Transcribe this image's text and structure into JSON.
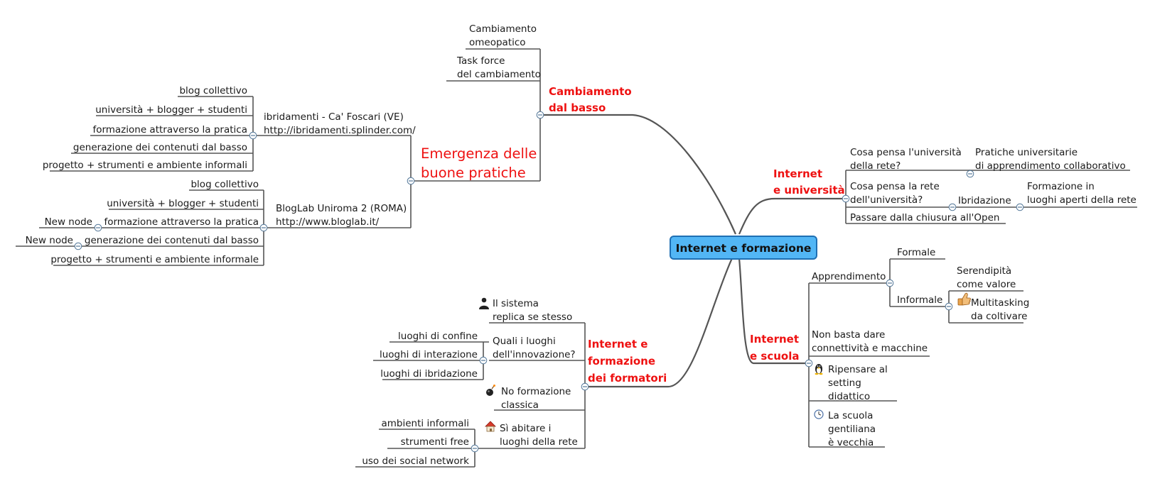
{
  "colors": {
    "accent": "#ee1111",
    "central_fill": "#52b6f5",
    "central_border": "#1f6fb3",
    "line": "#555555",
    "toggle": "#55799a"
  },
  "central": {
    "label": "Internet e formazione"
  },
  "cambiamento": {
    "title": [
      "Cambiamento",
      "dal basso"
    ],
    "omeopatico": [
      "Cambiamento",
      "omeopatico"
    ],
    "task_force": [
      "Task force",
      "del cambiamento"
    ],
    "emergenza": {
      "title": [
        "Emergenza delle",
        "buone pratiche"
      ],
      "ibridamenti": {
        "label": [
          "ibridamenti - Ca' Foscari (VE)",
          "http://ibridamenti.splinder.com/"
        ],
        "items": [
          "blog collettivo",
          "università + blogger + studenti",
          "formazione attraverso la pratica",
          "generazione dei contenuti dal basso",
          "progetto + strumenti e ambiente informali"
        ]
      },
      "bloglab": {
        "label": [
          "BlogLab Uniroma 2 (ROMA)",
          "http://www.bloglab.it/"
        ],
        "items": [
          "blog collettivo",
          "università + blogger + studenti",
          "formazione attraverso la pratica",
          "generazione dei contenuti dal basso",
          "progetto + strumenti e ambiente informale"
        ],
        "new_node_1": "New node",
        "new_node_2": "New node"
      }
    }
  },
  "universita": {
    "title": [
      "Internet",
      "e università"
    ],
    "cosa_pensa_uni": [
      "Cosa pensa l'università",
      "della rete?"
    ],
    "pratiche": [
      "Pratiche universitarie",
      "di apprendimento collaborativo"
    ],
    "cosa_pensa_rete": [
      "Cosa pensa la rete",
      "dell'università?"
    ],
    "ibridazione": "Ibridazione",
    "formazione_luoghi": [
      "Formazione in",
      "luoghi aperti della rete"
    ],
    "passare": "Passare dalla chiusura all'Open"
  },
  "scuola": {
    "title": [
      "Internet",
      "e scuola"
    ],
    "apprendimento": "Apprendimento",
    "formale": "Formale",
    "informale": "Informale",
    "serendipita": [
      "Serendipità",
      "come valore"
    ],
    "multitasking": [
      "Multitasking",
      "da coltivare"
    ],
    "non_basta": [
      "Non basta dare",
      "connettività e macchine"
    ],
    "ripensare": [
      "Ripensare al",
      "setting",
      "didattico"
    ],
    "scuola_gentiliana": [
      "La scuola",
      "gentiliana",
      "è vecchia"
    ]
  },
  "formatori": {
    "title": [
      "Internet e",
      "formazione",
      "dei formatori"
    ],
    "sistema": [
      "Il sistema",
      "replica se stesso"
    ],
    "quali": [
      "Quali i luoghi",
      "dell'innovazione?"
    ],
    "luoghi": [
      "luoghi di confine",
      "luoghi di interazione",
      "luoghi di ibridazione"
    ],
    "no_formazione": [
      "No formazione",
      "classica"
    ],
    "si_abitare": [
      "Sì abitare i",
      "luoghi della rete"
    ],
    "tools": [
      "ambienti informali",
      "strumenti free",
      "uso dei social network"
    ]
  }
}
